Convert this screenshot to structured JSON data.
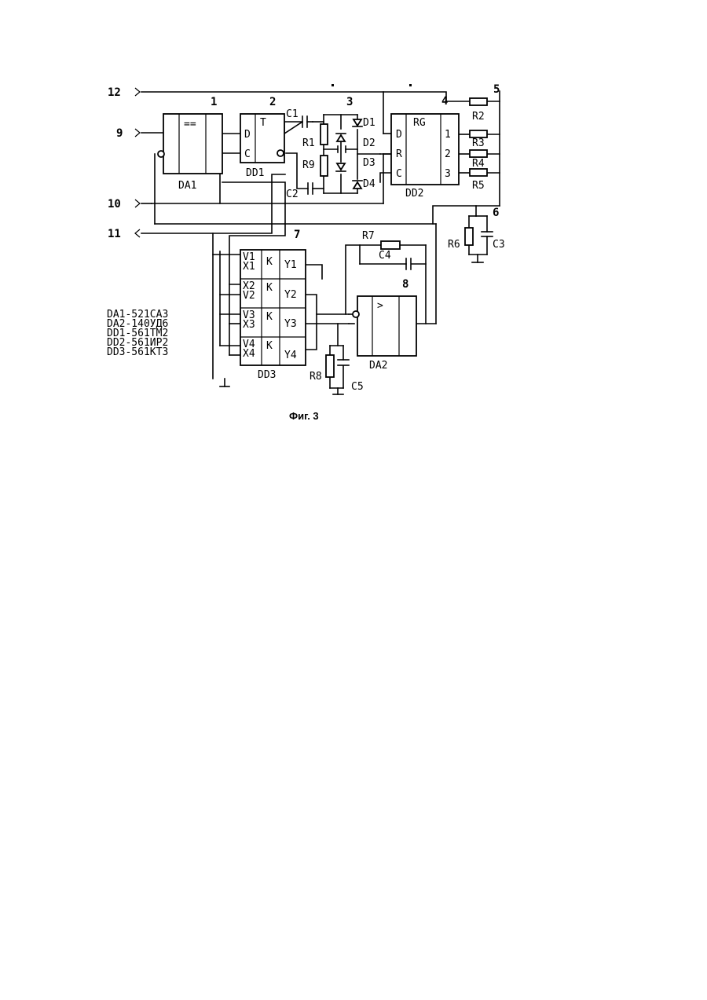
{
  "figure": {
    "caption": "Фиг. 3",
    "terminals": {
      "t12": "12",
      "t9": "9",
      "t10": "10",
      "t11": "11",
      "t5": "5",
      "t4": "4",
      "t6": "6"
    },
    "block_numbers": {
      "b1": "1",
      "b2": "2",
      "b3": "3",
      "b7": "7",
      "b8": "8"
    },
    "da1": {
      "name": "DA1",
      "symbol": "=="
    },
    "dd1": {
      "name": "DD1",
      "title": "T",
      "pin_d": "D",
      "pin_c": "C"
    },
    "block3": {
      "c1": "C1",
      "c2": "C2",
      "r1": "R1",
      "r9": "R9",
      "d1": "D1",
      "d2": "D2",
      "d3": "D3",
      "d4": "D4"
    },
    "dd2": {
      "name": "DD2",
      "title": "RG",
      "pin_d": "D",
      "pin_r": "R",
      "pin_c": "C",
      "out1": "1",
      "out2": "2",
      "out3": "3"
    },
    "resistors": {
      "r2": "R2",
      "r3": "R3",
      "r4": "R4",
      "r5": "R5",
      "r6": "R6",
      "r7": "R7",
      "r8": "R8"
    },
    "capacitors": {
      "c3": "C3",
      "c4": "C4",
      "c5": "C5"
    },
    "dd3": {
      "name": "DD3",
      "k": "K",
      "rows": [
        {
          "v": "V1",
          "x": "X1",
          "y": "Y1"
        },
        {
          "v": "X2",
          "x": "V2",
          "y": "Y2"
        },
        {
          "v": "V3",
          "x": "X3",
          "y": "Y3"
        },
        {
          "v": "V4",
          "x": "X4",
          "y": "Y4"
        }
      ]
    },
    "da2": {
      "name": "DA2",
      "symbol": ">"
    },
    "legend": [
      "DA1-521CA3",
      "DA2-140УД6",
      "DD1-561TM2",
      "DD2-561ИР2",
      "DD3-561KT3"
    ]
  }
}
